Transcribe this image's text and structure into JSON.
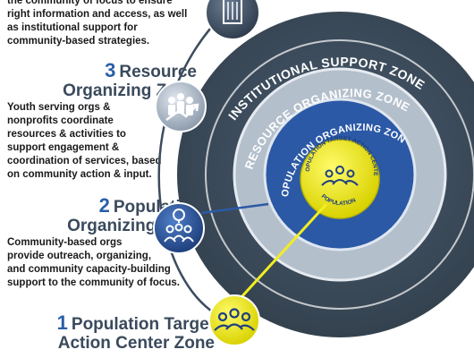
{
  "zone4": {
    "desc_lines": [
      "the community of focus to ensure",
      "right information and access, as well",
      "as institutional support for",
      "community-based strategies."
    ]
  },
  "zone3": {
    "number": "3",
    "title_lines": [
      "Resource",
      "Organizing Zone"
    ],
    "desc_lines": [
      "Youth serving orgs &",
      "nonprofits coordinate",
      "resources & activities to",
      "support engagement &",
      "coordination of services, based",
      "on community action & input."
    ]
  },
  "zone2": {
    "number": "2",
    "title_lines": [
      "Population",
      "Organizing Zone"
    ],
    "desc_lines": [
      "Community-based orgs",
      "provide outreach, organizing,",
      "and community capacity-building",
      "support to the community of focus."
    ]
  },
  "zone1": {
    "number": "1",
    "title_lines": [
      "Population Target",
      "Action Center Zone"
    ]
  },
  "rings": {
    "institutional": "INSTITUTIONAL SUPPORT ZONE",
    "resource": "RESOURCE ORGANIZING ZONE",
    "population": "POPULATION ORGANIZING ZONE",
    "center_top": "POPULATION TARGET ACTION CENTER",
    "center_bottom": "POPULATION"
  },
  "colors": {
    "outer": "#3d4c5f",
    "resource": "#b4bfcc",
    "population": "#2b59a6",
    "center": "#f2ee21",
    "accent": "#2a5fa8"
  }
}
